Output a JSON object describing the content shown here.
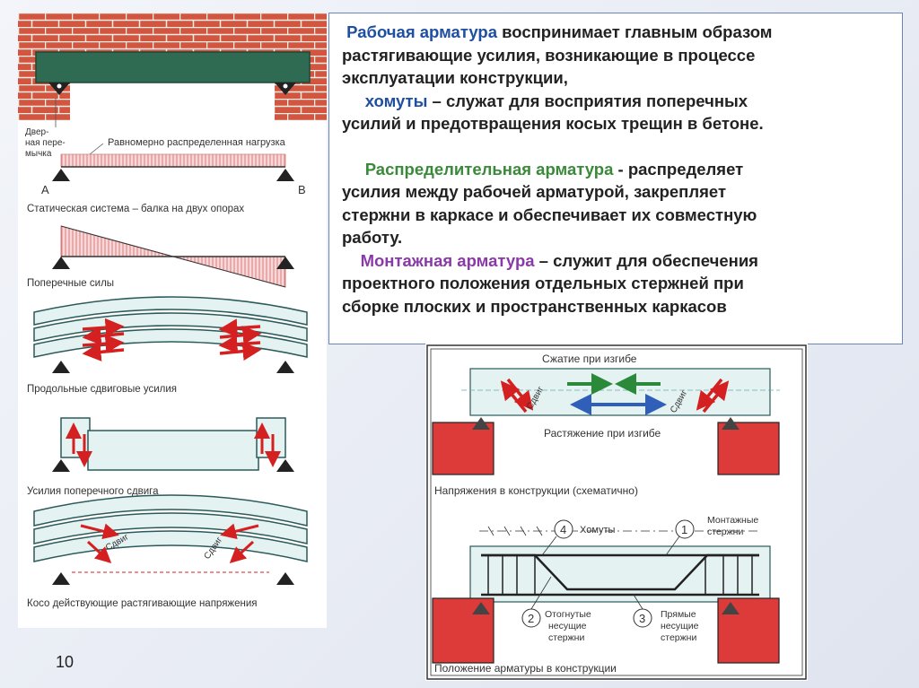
{
  "slide": {
    "page_number": "10"
  },
  "left_figure": {
    "lintel_label_lines": [
      "Двер-",
      "ная пере-",
      "мычка"
    ],
    "load_label": "Равномерно распределенная нагрузка",
    "support_a": "A",
    "support_b": "B",
    "static_system": "Статическая система – балка на двух опорах",
    "shear_forces": "Поперечные силы",
    "longitudinal_shear": "Продольные сдвиговые усилия",
    "transverse_shear": "Усилия поперечного сдвига",
    "diagonal_tension": "Косо действующие растягивающие напряжения",
    "shear_word": "Сдвиг"
  },
  "text_block": {
    "p1_term": "Рабочая арматура",
    "p1_rest_1": " воспринимает главным образом",
    "p1_line2": "растягивающие усилия, возникающие в процессе",
    "p1_line3": "эксплуатации конструкции,",
    "p2_term": "хомуты",
    "p2_rest_1": " – служат для восприятия  поперечных",
    "p2_line2": "усилий и предотвращения косых трещин в бетоне.",
    "p3_term": "Распределительная арматура",
    "p3_rest_1": " - распределяет",
    "p3_line2": "усилия  между рабочей арматурой, закрепляет",
    "p3_line3": "стержни в каркасе и  обеспечивает  их совместную",
    "p3_line4": "работу.",
    "p4_term": "Монтажная арматура",
    "p4_rest_1": " – служит  для обеспечения",
    "p4_line2": "проектного положения отдельных стержней при",
    "p4_line3": "сборке плоских и пространственных каркасов"
  },
  "right_figure": {
    "compression": "Сжатие при изгибе",
    "tension": "Растяжение при изгибе",
    "shear_word": "Сдвиг",
    "stresses_title": "Напряжения в конструкции (схематично)",
    "callout_1": "1",
    "callout_1_lines": [
      "Монтажные",
      "стержни"
    ],
    "callout_2": "2",
    "callout_2_lines": [
      "Отогнутые",
      "несущие",
      "стержни"
    ],
    "callout_3": "3",
    "callout_3_lines": [
      "Прямые",
      "несущие",
      "стержни"
    ],
    "callout_4": "4",
    "callout_4_label": "Хомуты",
    "reinforcement_title": "Положение арматуры в конструкции"
  }
}
